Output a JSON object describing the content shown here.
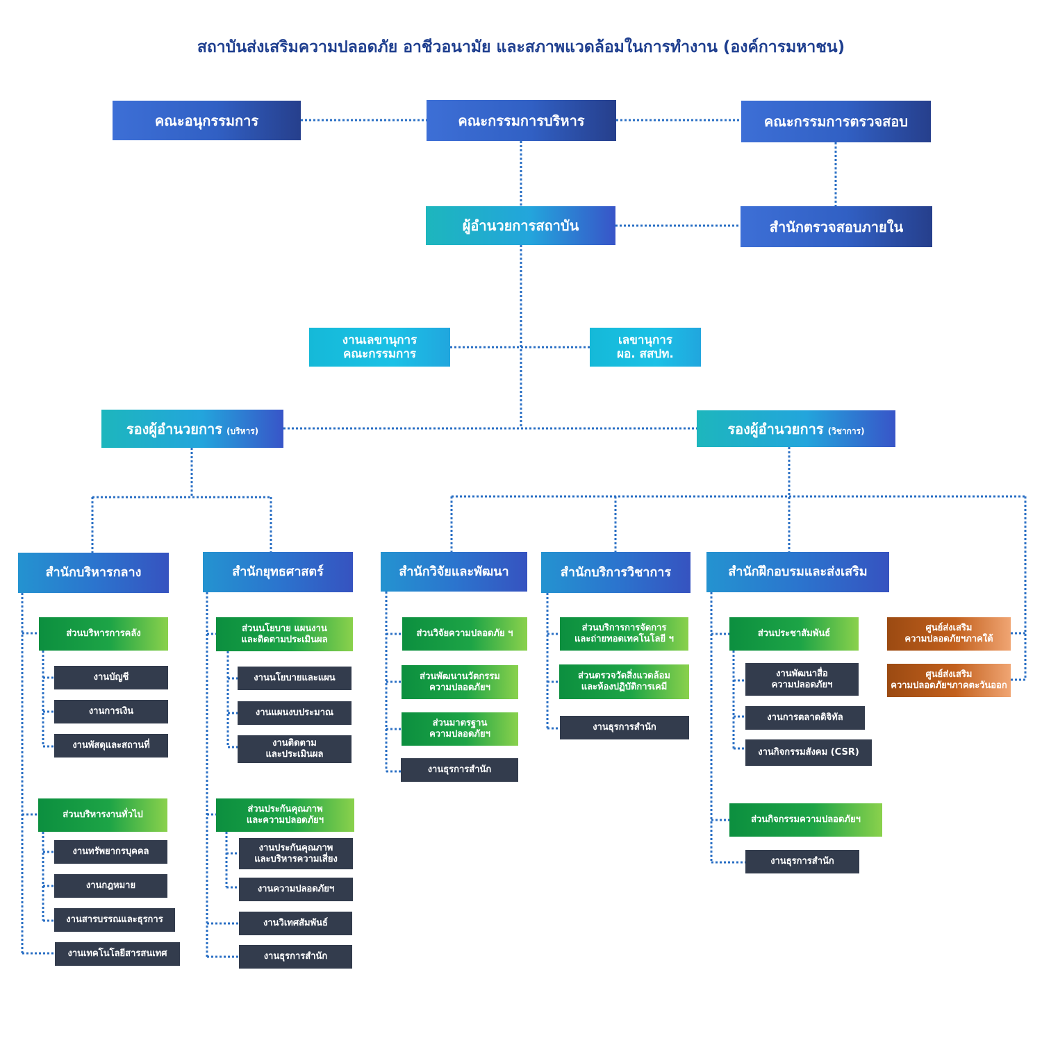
{
  "title": "สถาบันส่งเสริมความปลอดภัย อาชีวอนามัย และสภาพแวดล้อมในการทำงาน (องค์การมหาชน)",
  "board": {
    "subcommittee": "คณะอนุกรรมการ",
    "executive": "คณะกรรมการบริหาร",
    "audit": "คณะกรรมการตรวจสอบ"
  },
  "director": "ผู้อำนวยการสถาบัน",
  "internal_audit": "สำนักตรวจสอบภายใน",
  "secretariat": {
    "board_line1": "งานเลขานุการ",
    "board_line2": "คณะกรรมการ",
    "director_line1": "เลขานุการ",
    "director_line2": "ผอ. สสปท."
  },
  "deputy_admin": {
    "label": "รองผู้อำนวยการ",
    "suffix": "(บริหาร)"
  },
  "deputy_academic": {
    "label": "รองผู้อำนวยการ",
    "suffix": "(วิชาการ)"
  },
  "departments": {
    "central_admin": {
      "name": "สำนักบริหารกลาง",
      "finance": {
        "name": "ส่วนบริหารการคลัง",
        "units": [
          "งานบัญชี",
          "งานการเงิน",
          "งานพัสดุและสถานที่"
        ]
      },
      "general": {
        "name": "ส่วนบริหารงานทั่วไป",
        "units": [
          "งานทรัพยากรบุคคล",
          "งานกฎหมาย",
          "งานสารบรรณและธุรการ"
        ]
      },
      "it_unit": "งานเทคโนโลยีสารสนเทศ"
    },
    "strategy": {
      "name": "สำนักยุทธศาสตร์",
      "policy": {
        "line1": "ส่วนนโยบาย แผนงาน",
        "line2": "และติดตามประเมินผล",
        "units": [
          "งานนโยบายและแผน",
          "งานแผนงบประมาณ"
        ],
        "monitor_line1": "งานติดตาม",
        "monitor_line2": "และประเมินผล"
      },
      "quality": {
        "line1": "ส่วนประกันคุณภาพ",
        "line2": "และความปลอดภัยฯ",
        "qa_line1": "งานประกันคุณภาพ",
        "qa_line2": "และบริหารความเสี่ยง",
        "safety": "งานความปลอดภัยฯ"
      },
      "foreign": "งานวิเทศสัมพันธ์",
      "office": "งานธุรการสำนัก"
    },
    "research": {
      "name": "สำนักวิจัยและพัฒนา",
      "safety_research": "ส่วนวิจัยความปลอดภัย ฯ",
      "innovation_line1": "ส่วนพัฒนานวัตกรรม",
      "innovation_line2": "ความปลอดภัยฯ",
      "standards_line1": "ส่วนมาตรฐาน",
      "standards_line2": "ความปลอดภัยฯ",
      "office": "งานธุรการสำนัก"
    },
    "academic_services": {
      "name": "สำนักบริการวิชาการ",
      "tech_line1": "ส่วนบริการการจัดการ",
      "tech_line2": "และถ่ายทอดเทคโนโลยี ฯ",
      "lab_line1": "ส่วนตรวจวัดสิ่งแวดล้อม",
      "lab_line2": "และห้องปฏิบัติการเคมี",
      "office": "งานธุรการสำนัก"
    },
    "training": {
      "name": "สำนักฝึกอบรมและส่งเสริม",
      "pr": "ส่วนประชาสัมพันธ์",
      "media_line1": "งานพัฒนาสื่อ",
      "media_line2": "ความปลอดภัยฯ",
      "digital": "งานการตลาดดิจิทัล",
      "csr": "งานกิจกรรมสังคม (CSR)",
      "activities": "ส่วนกิจกรรมความปลอดภัยฯ",
      "office": "งานธุรการสำนัก"
    },
    "centers": {
      "south_line1": "ศูนย์ส่งเสริม",
      "south_line2": "ความปลอดภัยฯภาคใต้",
      "east_line1": "ศูนย์ส่งเสริม",
      "east_line2": "ความปลอดภัยฯภาคตะวันออก"
    }
  },
  "colors": {
    "connector": "#2a6fc4",
    "title": "#1f3f8f",
    "unit_box": "#333c4d"
  }
}
